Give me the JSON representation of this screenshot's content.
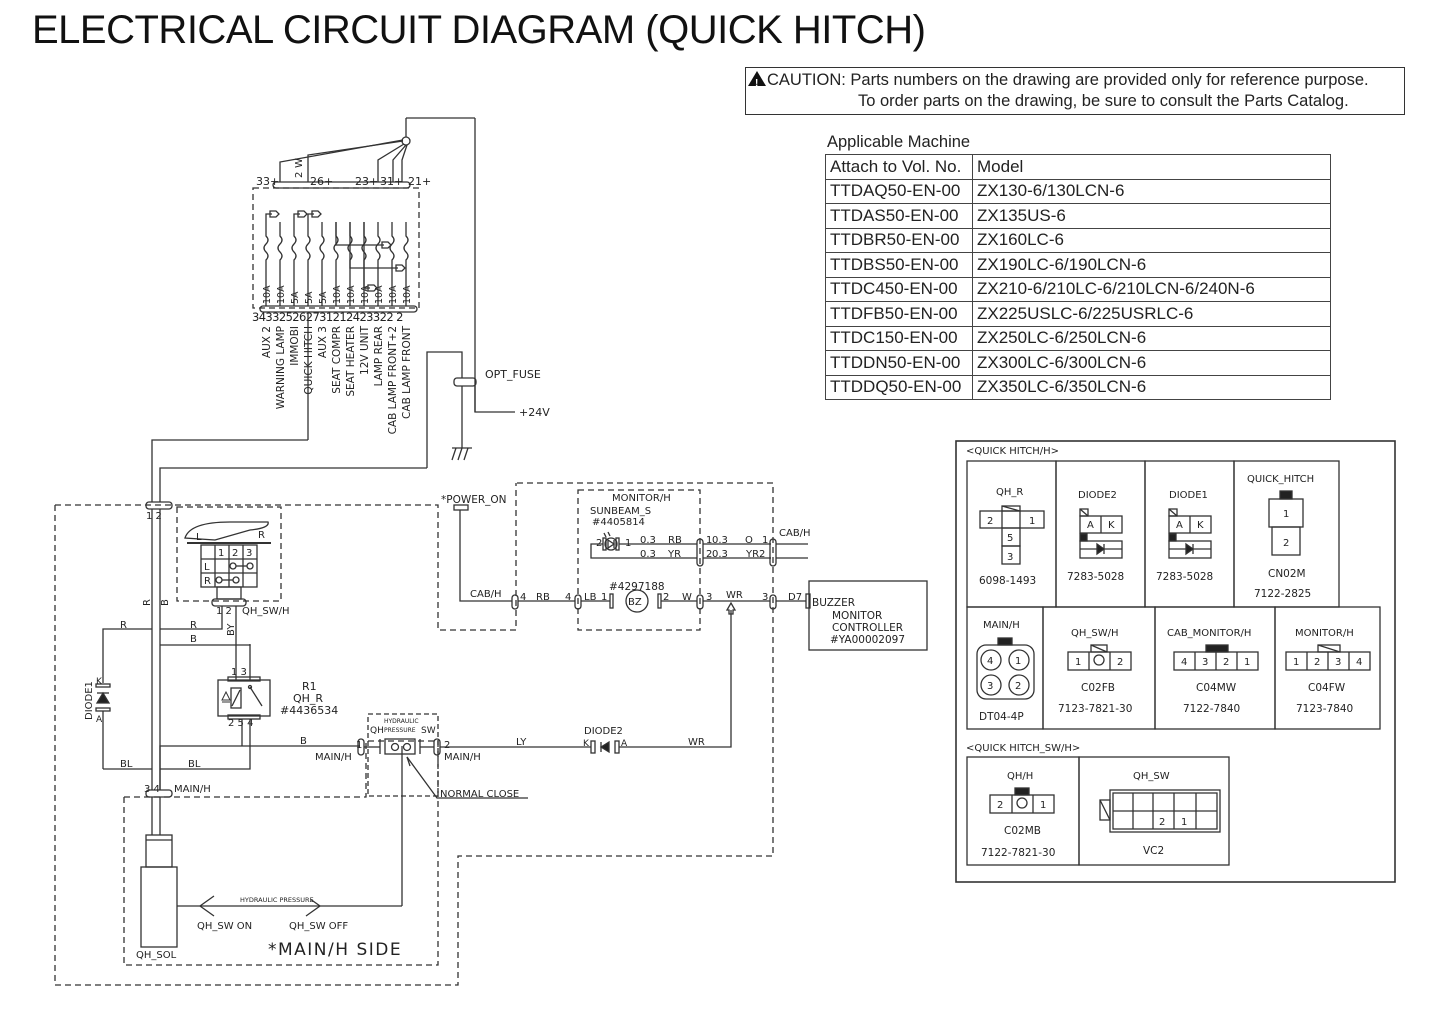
{
  "title": "ELECTRICAL CIRCUIT DIAGRAM (QUICK HITCH)",
  "caution": {
    "icon": "warning-triangle-icon",
    "line1": "CAUTION: Parts numbers on the drawing are provided only for reference purpose.",
    "line2": "To order parts on the drawing, be sure to consult the Parts Catalog."
  },
  "applicable_machine": {
    "caption": "Applicable Machine",
    "headers": [
      "Attach to Vol. No.",
      "Model"
    ],
    "rows": [
      [
        "TTDAQ50-EN-00",
        "ZX130-6/130LCN-6"
      ],
      [
        "TTDAS50-EN-00",
        "ZX135US-6"
      ],
      [
        "TTDBR50-EN-00",
        "ZX160LC-6"
      ],
      [
        "TTDBS50-EN-00",
        "ZX190LC-6/190LCN-6"
      ],
      [
        "TTDC450-EN-00",
        "ZX210-6/210LC-6/210LCN-6/240N-6"
      ],
      [
        "TTDFB50-EN-00",
        "ZX225USLC-6/225USRLC-6"
      ],
      [
        "TTDC150-EN-00",
        "ZX250LC-6/250LCN-6"
      ],
      [
        "TTDDN50-EN-00",
        "ZX300LC-6/300LCN-6"
      ],
      [
        "TTDDQ50-EN-00",
        "ZX350LC-6/350LCN-6"
      ]
    ]
  },
  "fuse_box": {
    "top_labels": [
      "33+",
      "2",
      "W",
      "26+",
      "23+",
      "31+",
      "21+"
    ],
    "ratings": [
      "10A",
      "10A",
      "5A",
      "5A",
      "5A",
      "10A",
      "10A",
      "10A",
      "10A",
      "10A",
      "10A"
    ],
    "bottom_numbers": "343325262731212423322 2",
    "circuits": [
      "AUX 2",
      "WARNING LAMP",
      "IMMOBI",
      "QUICK HITCH",
      "AUX 3",
      "SEAT COMPR",
      "SEAT HEATER",
      "12V UNIT",
      "LAMP REAR",
      "CAB LAMP FRONT+2",
      "CAB LAMP FRONT"
    ],
    "opt_fuse": "OPT_FUSE",
    "supply": "+24V"
  },
  "schematic": {
    "power_on": "*POWER_ON",
    "cab_h": "CAB/H",
    "monitor_h": "MONITOR/H",
    "sunbeam": "SUNBEAM_S",
    "sunbeam_part": "#4405814",
    "buzzer_part": "#4297188",
    "bz": "BZ",
    "wire_rb": "RB",
    "wire_yr": "YR",
    "wire_lb": "LB",
    "wire_w": "W",
    "wire_wr": "WR",
    "wire_o": "O",
    "wire_03": "0.3",
    "yr2": "YR2",
    "d7": "D7",
    "buzzer_box": [
      "BUZZER",
      "MONITOR",
      "CONTROLLER",
      "#YA00002097"
    ],
    "qh_sw_h": "QH_SW/H",
    "switch_L": "L",
    "switch_R": "R",
    "wire_r": "R",
    "wire_b": "B",
    "wire_by": "BY",
    "wire_bl": "BL",
    "wire_ly": "LY",
    "relay": [
      "R1",
      "QH_R",
      "#4436534"
    ],
    "diode1": "DIODE1",
    "diode2": "DIODE2",
    "main_h": "MAIN/H",
    "pressure_sw": [
      "QH",
      "HYDRAULIC",
      "PRESSURE",
      "SW"
    ],
    "normal_close": "NORMAL CLOSE",
    "hydraulic_pressure": "HYDRAULIC PRESSURE",
    "qh_sw_on": "QH_SW ON",
    "qh_sw_off": "QH_SW OFF",
    "qh_sol": "QH_SOL",
    "main_h_side": "*MAIN/H SIDE"
  },
  "connectors": {
    "section1": "<QUICK HITCH/H>",
    "section2": "<QUICK HITCH_SW/H>",
    "items": [
      {
        "name": "QH_R",
        "code": "",
        "part": "6098-1493"
      },
      {
        "name": "DIODE2",
        "code": "",
        "part": "7283-5028"
      },
      {
        "name": "DIODE1",
        "code": "",
        "part": "7283-5028"
      },
      {
        "name": "QUICK_HITCH",
        "code": "CN02M",
        "part": "7122-2825"
      },
      {
        "name": "MAIN/H",
        "code": "",
        "part": "DT04-4P"
      },
      {
        "name": "QH_SW/H",
        "code": "C02FB",
        "part": "7123-7821-30"
      },
      {
        "name": "CAB_MONITOR/H",
        "code": "C04MW",
        "part": "7122-7840"
      },
      {
        "name": "MONITOR/H",
        "code": "C04FW",
        "part": "7123-7840"
      },
      {
        "name": "QH/H",
        "code": "C02MB",
        "part": "7122-7821-30"
      },
      {
        "name": "QH_SW",
        "code": "",
        "part": "VC2"
      }
    ]
  }
}
